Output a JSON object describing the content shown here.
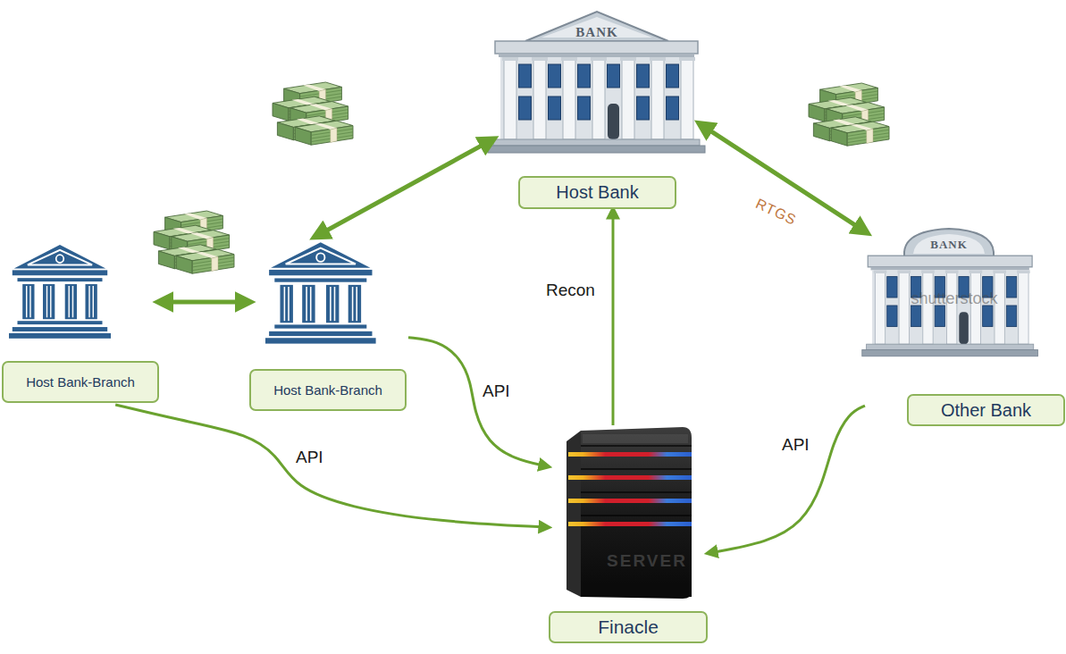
{
  "diagram": {
    "nodes": [
      {
        "text": [
          "Host Bank"
        ]
      },
      {
        "text": [
          "Host Bank-Branch"
        ]
      },
      {
        "text": [
          "Host Bank-Branch"
        ]
      },
      {
        "text": [
          "Other Bank"
        ]
      },
      {
        "text": [
          "Finacle"
        ]
      }
    ],
    "edges": [
      {
        "from": 0,
        "to": 2,
        "arrow": "both"
      },
      {
        "from": 0,
        "to": 3,
        "label": "RTGS",
        "arrow": "both"
      },
      {
        "from": 1,
        "to": 2,
        "arrow": "both"
      },
      {
        "from": 2,
        "to": 4,
        "label": "API",
        "arrow": "to"
      },
      {
        "from": 1,
        "to": 4,
        "label": "API",
        "arrow": "to"
      },
      {
        "from": 3,
        "to": 4,
        "label": "API",
        "arrow": "to"
      },
      {
        "from": 4,
        "to": 0,
        "label": "Recon",
        "arrow": "to"
      }
    ],
    "labels": [
      "BANK",
      "BANK",
      "shutterstock",
      "SERVER"
    ]
  }
}
